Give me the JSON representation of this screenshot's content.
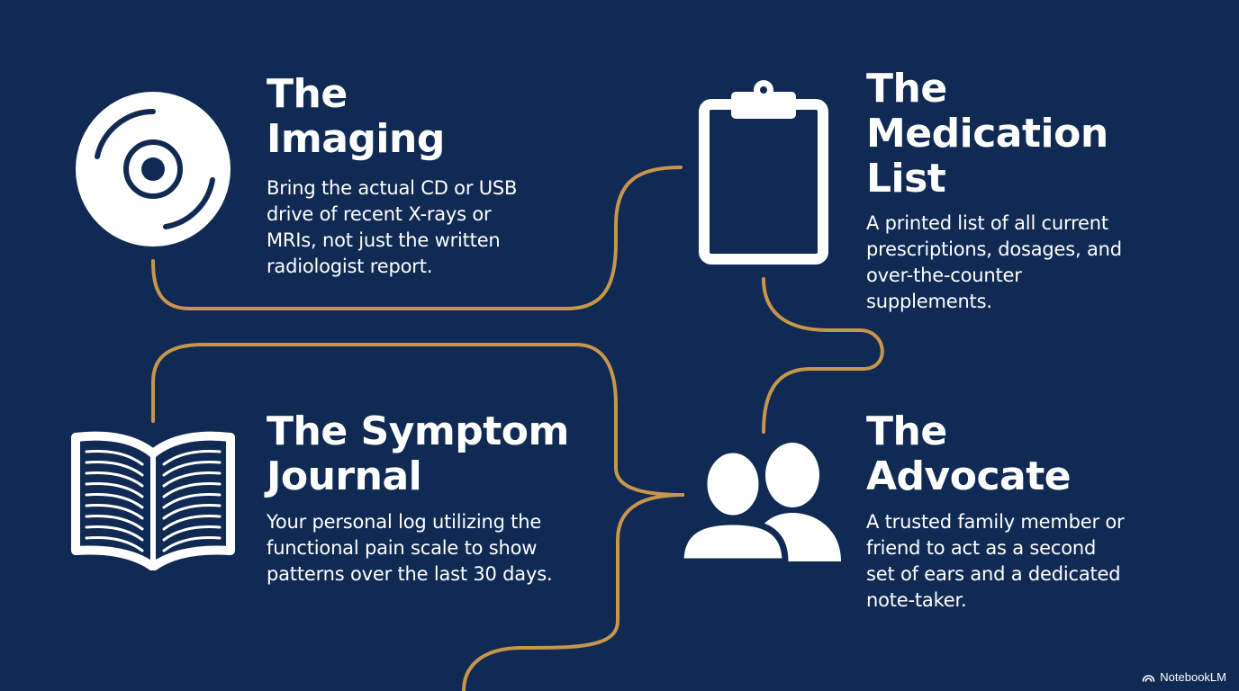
{
  "colors": {
    "background": "#102a54",
    "connector": "#c8954c",
    "icon": "#ffffff"
  },
  "cards": {
    "imaging": {
      "title_lines": [
        "The",
        "Imaging"
      ],
      "description_lines": [
        "Bring the actual CD or USB",
        "drive of recent X-rays or",
        "MRIs, not just the written",
        "radiologist report."
      ],
      "icon": "disc-icon"
    },
    "medication": {
      "title_lines": [
        "The",
        "Medication",
        "List"
      ],
      "description_lines": [
        "A printed list of all current",
        "prescriptions, dosages, and",
        "over-the-counter",
        "supplements."
      ],
      "icon": "clipboard-icon"
    },
    "symptom": {
      "title_lines": [
        "The Symptom",
        "Journal"
      ],
      "description_lines": [
        "Your personal log utilizing the",
        "functional pain scale to show",
        "patterns over the last 30 days."
      ],
      "icon": "open-book-icon"
    },
    "advocate": {
      "title_lines": [
        "The",
        "Advocate"
      ],
      "description_lines": [
        "A trusted family member or",
        "friend to act as a second",
        "set of ears and a dedicated",
        "note-taker."
      ],
      "icon": "two-people-icon"
    }
  },
  "branding": {
    "label": "NotebookLM",
    "icon": "notebooklm-logo-icon"
  }
}
